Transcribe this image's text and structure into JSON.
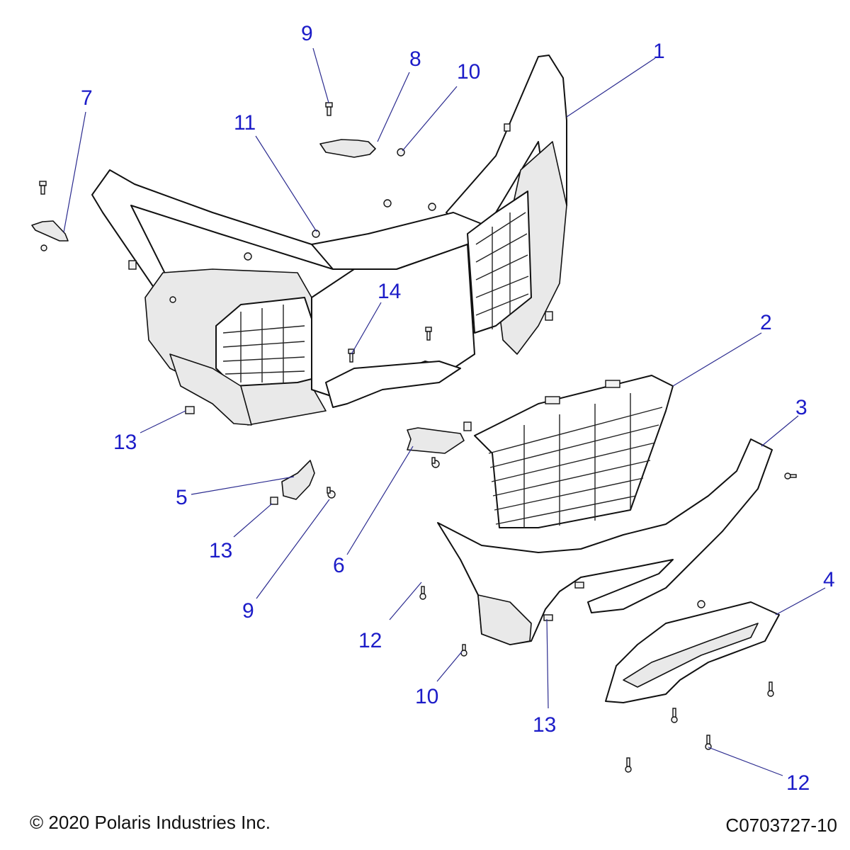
{
  "diagram": {
    "title_hidden": null,
    "colors": {
      "callout": "#1c1cc8",
      "leader": "#2b2b8f",
      "outline": "#111111",
      "shade": "#e9e9e9"
    },
    "callouts": [
      {
        "id": "c1",
        "text": "1"
      },
      {
        "id": "c2",
        "text": "2"
      },
      {
        "id": "c3",
        "text": "3"
      },
      {
        "id": "c4",
        "text": "4"
      },
      {
        "id": "c5",
        "text": "5"
      },
      {
        "id": "c6",
        "text": "6"
      },
      {
        "id": "c7",
        "text": "7"
      },
      {
        "id": "c8",
        "text": "8"
      },
      {
        "id": "c9a",
        "text": "9"
      },
      {
        "id": "c9b",
        "text": "9"
      },
      {
        "id": "c10a",
        "text": "10"
      },
      {
        "id": "c10b",
        "text": "10"
      },
      {
        "id": "c11",
        "text": "11"
      },
      {
        "id": "c12a",
        "text": "12"
      },
      {
        "id": "c12b",
        "text": "12"
      },
      {
        "id": "c13a",
        "text": "13"
      },
      {
        "id": "c13b",
        "text": "13"
      },
      {
        "id": "c13c",
        "text": "13"
      },
      {
        "id": "c14",
        "text": "14"
      }
    ]
  },
  "footer": {
    "copyright": "© 2020 Polaris Industries Inc.",
    "drawing_id": "C0703727-10"
  }
}
